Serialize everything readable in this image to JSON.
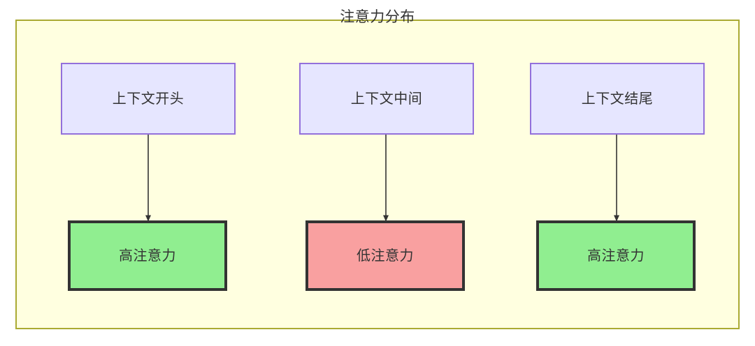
{
  "diagram": {
    "title": "注意力分布",
    "background_color": "#ffffff",
    "cluster": {
      "fill": "#ffffe0",
      "border_color": "#aaaa33"
    },
    "palette": {
      "context_fill": "#e6e6ff",
      "context_border": "#9370db",
      "high_attention_fill": "#90ee90",
      "low_attention_fill": "#f9a0a0",
      "node_border_dark": "#333333",
      "text_color": "#333333",
      "edge_color": "#333333"
    },
    "nodes": {
      "context_start": {
        "label": "上下文开头"
      },
      "context_middle": {
        "label": "上下文中间"
      },
      "context_end": {
        "label": "上下文结尾"
      },
      "attention_start": {
        "label": "高注意力"
      },
      "attention_middle": {
        "label": "低注意力"
      },
      "attention_end": {
        "label": "高注意力"
      }
    },
    "edges": [
      {
        "from": "context_start",
        "to": "attention_start",
        "label": ""
      },
      {
        "from": "context_middle",
        "to": "attention_middle",
        "label": ""
      },
      {
        "from": "context_end",
        "to": "attention_end",
        "label": ""
      }
    ]
  }
}
